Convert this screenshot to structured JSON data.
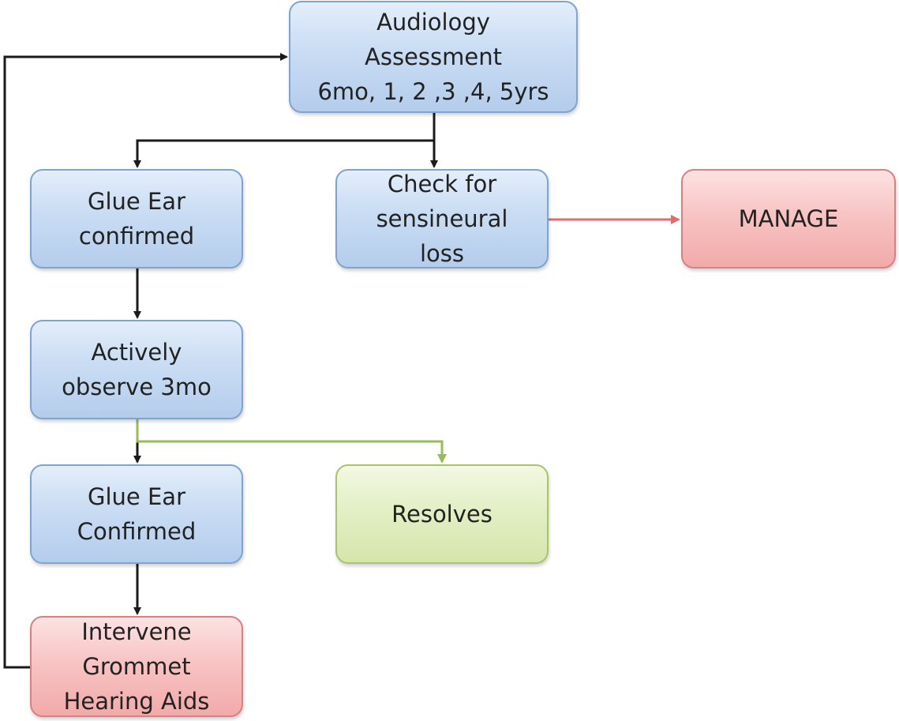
{
  "nodes": {
    "audiology": "Audiology\nAssessment\n6mo, 1, 2 ,3 ,4,  5yrs",
    "glue_ear_confirmed": "Glue Ear\nconfirmed",
    "check_sensorineural": "Check for\nsensineural\nloss",
    "manage": "MANAGE",
    "actively_observe": "Actively\nobserve 3mo",
    "glue_ear_confirmed_2": "Glue Ear\nConfirmed",
    "resolves": "Resolves",
    "intervene": "Intervene\nGrommet\nHearing Aids"
  },
  "colors": {
    "connector_black": "#1a1a1a",
    "connector_red": "#d9706f",
    "connector_green": "#9bbb59",
    "node_blue": "#c9dcf3",
    "node_red": "#f8c4c4",
    "node_green": "#e3efc5"
  }
}
